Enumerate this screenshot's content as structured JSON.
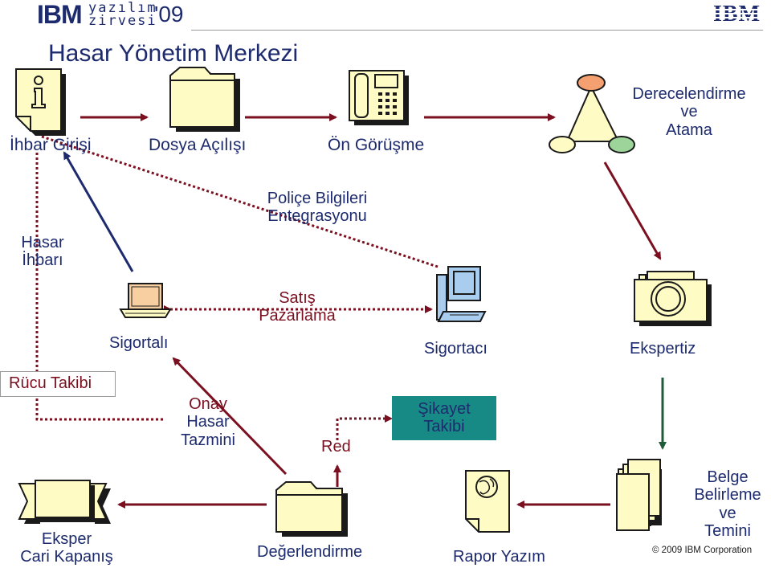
{
  "header": {
    "logo_ibm": "IBM",
    "logo_line1": "yazılım",
    "logo_line2": "zirvesi",
    "logo_year": "'09",
    "corner_logo": "IBM"
  },
  "title": "Hasar Yönetim Merkezi",
  "nodes": {
    "ihbar_girisi": "İhbar Girişi",
    "dosya_acilisi": "Dosya Açılışı",
    "on_gorusme": "Ön Görüşme",
    "derecelendirme_1": "Derecelendirme",
    "derecelendirme_2": "ve",
    "derecelendirme_3": "Atama",
    "hasar_ihbari_1": "Hasar",
    "hasar_ihbari_2": "İhbarı",
    "police_1": "Poliçe Bilgileri",
    "police_2": "Entegrasyonu",
    "satis_1": "Satış",
    "satis_2": "Pazarlama",
    "sigortali": "Sigortalı",
    "sigortaci": "Sigortacı",
    "ekspertiz": "Ekspertiz",
    "rucu_takibi": "Rücu Takibi",
    "onay_1": "Onay",
    "onay_2": "Hasar",
    "onay_3": "Tazmini",
    "red": "Red",
    "sikayet_1": "Şikayet",
    "sikayet_2": "Takibi",
    "eksper_1": "Eksper",
    "eksper_2": "Cari Kapanış",
    "degerlendirme": "Değerlendirme",
    "rapor_yazim": "Rapor Yazım",
    "belge_1": "Belge",
    "belge_2": "Belirleme",
    "belge_3": "ve",
    "belge_4": "Temini"
  },
  "footer": {
    "copyright": "© 2009 IBM Corporation"
  },
  "colors": {
    "navy_text": "#1d2b6e",
    "dark_red": "#7a1020",
    "icon_fill": "#fefcc4",
    "teal_box": "#178a86",
    "page_bg": "#ffffff"
  },
  "icons": [
    "info-document-icon",
    "folder-icon",
    "telephone-icon",
    "triangle-network-icon",
    "laptop-icon",
    "computer-tower-icon",
    "camera-icon",
    "certificate-icon",
    "folder-icon",
    "globe-document-icon",
    "document-stack-icon"
  ]
}
